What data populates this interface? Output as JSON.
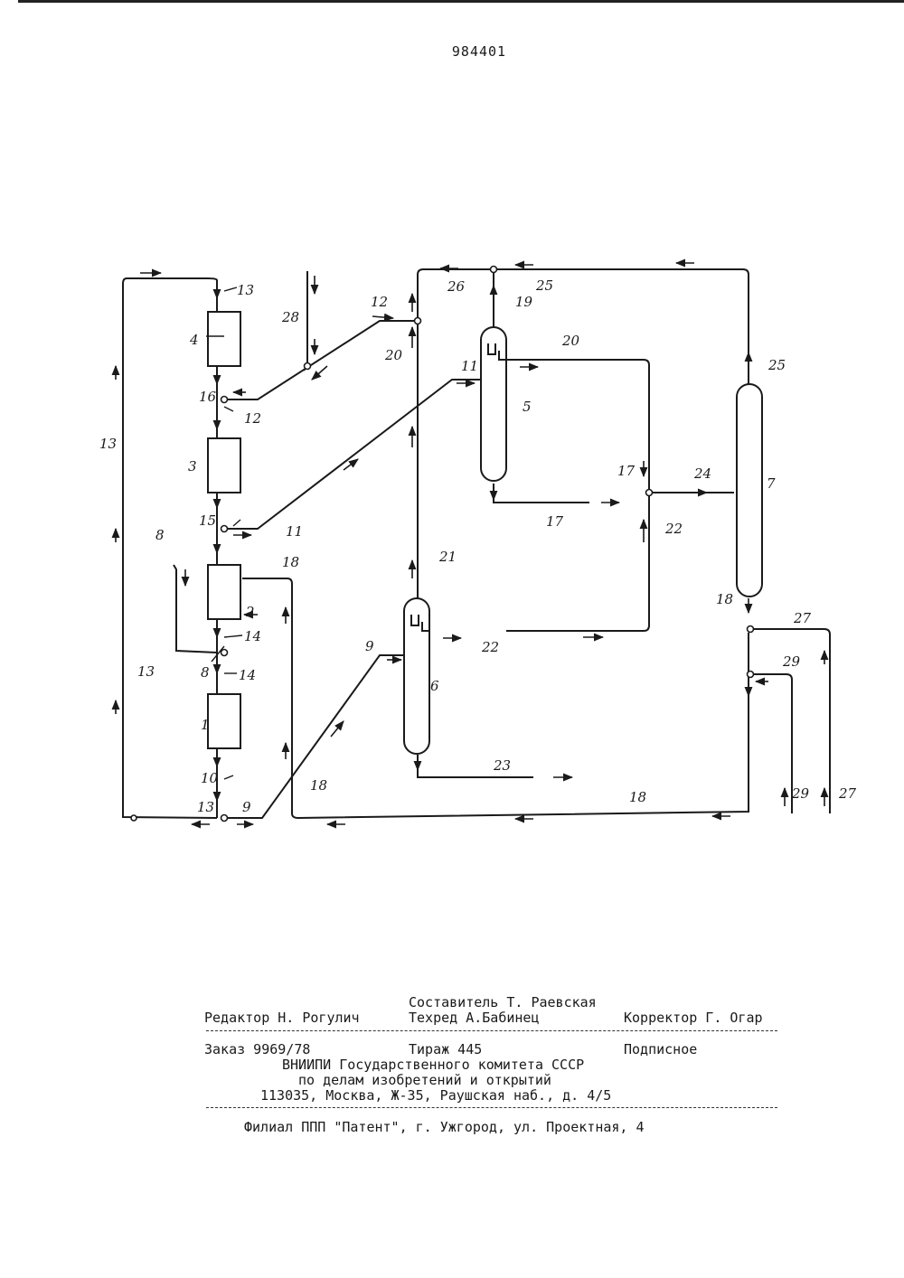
{
  "page_number": "984401",
  "units": [
    "1",
    "2",
    "3",
    "4",
    "5",
    "6",
    "7"
  ],
  "lines": {
    "l8": "8",
    "l9": "9",
    "l10": "10",
    "l11": "11",
    "l12": "12",
    "l13": "13",
    "l14": "14",
    "l15": "15",
    "l16": "16",
    "l17": "17",
    "l18": "18",
    "l19": "19",
    "l20": "20",
    "l21": "21",
    "l22": "22",
    "l23": "23",
    "l24": "24",
    "l25": "25",
    "l26": "26",
    "l27": "27",
    "l28": "28",
    "l29": "29"
  },
  "colophon": {
    "compiler": "Составитель Т. Раевская",
    "editor": "Редактор Н. Рогулич",
    "techred": "Техред А.Бабинец",
    "corrector": "Корректор Г. Огар",
    "order": "Заказ 9969/78",
    "print_run": "Тираж 445",
    "subscription": "Подписное",
    "org1": "ВНИИПИ Государственного комитета СССР",
    "org2": "по делам изобретений и открытий",
    "address": "113035, Москва, Ж-35, Раушская наб., д. 4/5",
    "branch": "Филиал ППП \"Патент\", г. Ужгород, ул. Проектная, 4"
  }
}
